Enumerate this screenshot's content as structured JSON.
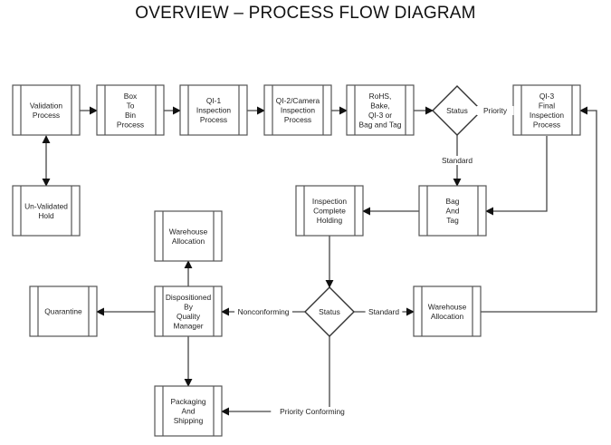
{
  "title": "OVERVIEW – PROCESS FLOW DIAGRAM",
  "colors": {
    "stroke": "#444444",
    "background": "#ffffff",
    "text": "#222222"
  },
  "nodes": [
    {
      "id": "validation",
      "type": "process",
      "lines": [
        "Validation",
        "Process"
      ]
    },
    {
      "id": "box-to-bin",
      "type": "process",
      "lines": [
        "Box",
        "To",
        "Bin",
        "Process"
      ]
    },
    {
      "id": "qi1",
      "type": "process",
      "lines": [
        "QI-1",
        "Inspection",
        "Process"
      ]
    },
    {
      "id": "qi2",
      "type": "process",
      "lines": [
        "QI-2/Camera",
        "Inspection",
        "Process"
      ]
    },
    {
      "id": "rohs",
      "type": "process",
      "lines": [
        "RoHS,",
        "Bake,",
        "QI-3 or",
        "Bag and Tag"
      ]
    },
    {
      "id": "status1",
      "type": "decision",
      "lines": [
        "Status"
      ]
    },
    {
      "id": "qi3",
      "type": "process",
      "lines": [
        "QI-3",
        "Final",
        "Inspection",
        "Process"
      ]
    },
    {
      "id": "unvalidated",
      "type": "process",
      "lines": [
        "Un-Validated",
        "Hold"
      ]
    },
    {
      "id": "warehouse-top",
      "type": "process",
      "lines": [
        "Warehouse",
        "Allocation"
      ]
    },
    {
      "id": "inspection-complete",
      "type": "process",
      "lines": [
        "Inspection",
        "Complete",
        "Holding"
      ]
    },
    {
      "id": "bag-and-tag",
      "type": "process",
      "lines": [
        "Bag",
        "And",
        "Tag"
      ]
    },
    {
      "id": "quarantine",
      "type": "process",
      "lines": [
        "Quarantine"
      ]
    },
    {
      "id": "dispositioned",
      "type": "process",
      "lines": [
        "Dispositioned",
        "By",
        "Quality",
        "Manager"
      ]
    },
    {
      "id": "status2",
      "type": "decision",
      "lines": [
        "Status"
      ]
    },
    {
      "id": "warehouse-right",
      "type": "process",
      "lines": [
        "Warehouse",
        "Allocation"
      ]
    },
    {
      "id": "packaging",
      "type": "process",
      "lines": [
        "Packaging",
        "And",
        "Shipping"
      ]
    }
  ],
  "edges": [
    {
      "from": "validation",
      "to": "box-to-bin",
      "label": ""
    },
    {
      "from": "box-to-bin",
      "to": "qi1",
      "label": ""
    },
    {
      "from": "qi1",
      "to": "qi2",
      "label": ""
    },
    {
      "from": "qi2",
      "to": "rohs",
      "label": ""
    },
    {
      "from": "rohs",
      "to": "status1",
      "label": ""
    },
    {
      "from": "status1",
      "to": "qi3",
      "label": "Priority"
    },
    {
      "from": "status1",
      "to": "bag-and-tag",
      "label": "Standard"
    },
    {
      "from": "validation",
      "to": "unvalidated",
      "label": "",
      "bidirectional": true
    },
    {
      "from": "qi3",
      "to": "bag-and-tag",
      "label": ""
    },
    {
      "from": "bag-and-tag",
      "to": "inspection-complete",
      "label": ""
    },
    {
      "from": "inspection-complete",
      "to": "status2",
      "label": ""
    },
    {
      "from": "status2",
      "to": "dispositioned",
      "label": "Nonconforming"
    },
    {
      "from": "status2",
      "to": "warehouse-right",
      "label": "Standard"
    },
    {
      "from": "status2",
      "to": "packaging",
      "label": "Priority Conforming"
    },
    {
      "from": "warehouse-right",
      "to": "qi3",
      "label": ""
    },
    {
      "from": "dispositioned",
      "to": "warehouse-top",
      "label": ""
    },
    {
      "from": "dispositioned",
      "to": "quarantine",
      "label": ""
    },
    {
      "from": "dispositioned",
      "to": "packaging",
      "label": ""
    }
  ]
}
